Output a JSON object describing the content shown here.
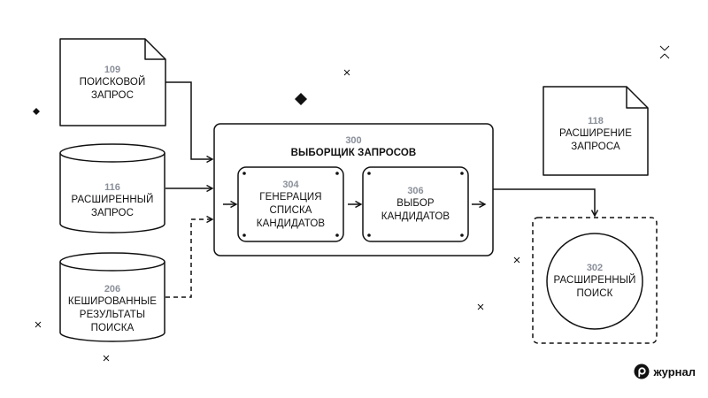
{
  "nodes": {
    "n109": {
      "num": "109",
      "text": "ПОИСКОВОЙ ЗАПРОС"
    },
    "n116": {
      "num": "116",
      "text": "РАСШИРЕННЫЙ ЗАПРОС"
    },
    "n206": {
      "num": "206",
      "text": "КЕШИРОВАННЫЕ РЕЗУЛЬТАТЫ ПОИСКА"
    },
    "n300": {
      "num": "300",
      "text": "ВЫБОРЩИК ЗАПРОСОВ"
    },
    "n304": {
      "num": "304",
      "text": "ГЕНЕРАЦИЯ СПИСКА КАНДИДАТОВ"
    },
    "n306": {
      "num": "306",
      "text": "ВЫБОР КАНДИДАТОВ"
    },
    "n118": {
      "num": "118",
      "text": "РАСШИРЕНИЕ ЗАПРОСА"
    },
    "n302": {
      "num": "302",
      "text": "РАСШИРЕННЫЙ ПОИСК"
    }
  },
  "brand": {
    "text": "журнал",
    "icon": "journal-logo-icon"
  },
  "colors": {
    "stroke": "#111111",
    "number": "#8a8f99"
  }
}
